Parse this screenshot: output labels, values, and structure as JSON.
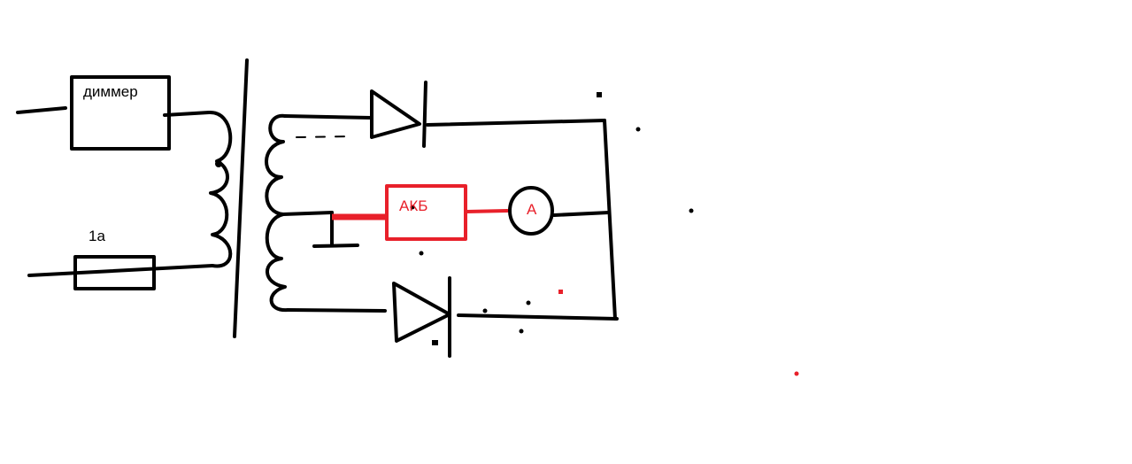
{
  "diagram": {
    "dimmer_label": "диммер",
    "fuse_label": "1a",
    "battery_label": "АКБ",
    "ammeter_label": "A",
    "colors": {
      "ink": "#000000",
      "battery": "#e8202a"
    }
  }
}
